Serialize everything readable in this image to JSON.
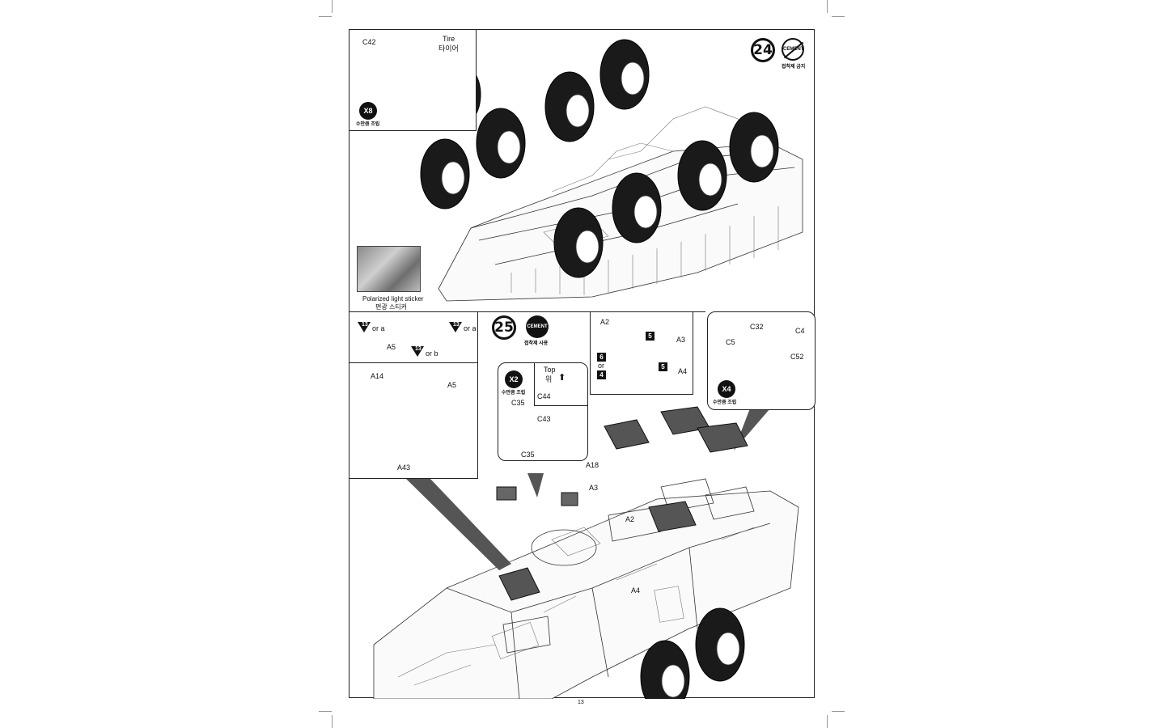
{
  "page_number": "13",
  "step_24": {
    "number": "24",
    "cement_badge": "CEMENT",
    "cement_caption": "접착제 금지",
    "inset": {
      "part_wheel": "C42",
      "tire_label_en": "Tire",
      "tire_label_ko": "타이어",
      "quantity": "X8",
      "quantity_caption": "수만큼 조립"
    },
    "sticker": {
      "caption_en": "Polarized light sticker",
      "caption_ko": "편광 스티커"
    }
  },
  "step_25": {
    "number": "25",
    "cement_badge": "CEMENT",
    "cement_caption": "접착제 사용",
    "light_panel": {
      "part": "A5",
      "decal_left": "13",
      "decal_left_text": "or a",
      "decal_right": "13",
      "decal_right_text": "or a",
      "decal_bottom": "13",
      "decal_bottom_text": "or b"
    },
    "mount_panel": {
      "part_bracket": "A14",
      "part_light": "A5",
      "part_pin": "A43"
    },
    "periscope_panel": {
      "quantity": "X2",
      "quantity_caption": "수만큼 조립",
      "top_en": "Top",
      "top_ko": "위",
      "part_block": "C44",
      "part_upper": "C35",
      "part_middle": "C43",
      "part_lower": "C35"
    },
    "tools_panel": {
      "part_bar": "A2",
      "part_axe": "A3",
      "part_shovel": "A4",
      "decal_5a": "5",
      "decal_5b": "5",
      "decal_6": "6",
      "or_text": "or",
      "decal_4": "4"
    },
    "hatch_panel": {
      "part_small": "C5",
      "part_hinge": "C32",
      "part_right": "C4",
      "part_plate": "C52",
      "quantity": "X4",
      "quantity_caption": "수만큼 조립"
    },
    "main_labels": {
      "a18": "A18",
      "a3": "A3",
      "a2": "A2",
      "a4": "A4"
    }
  }
}
